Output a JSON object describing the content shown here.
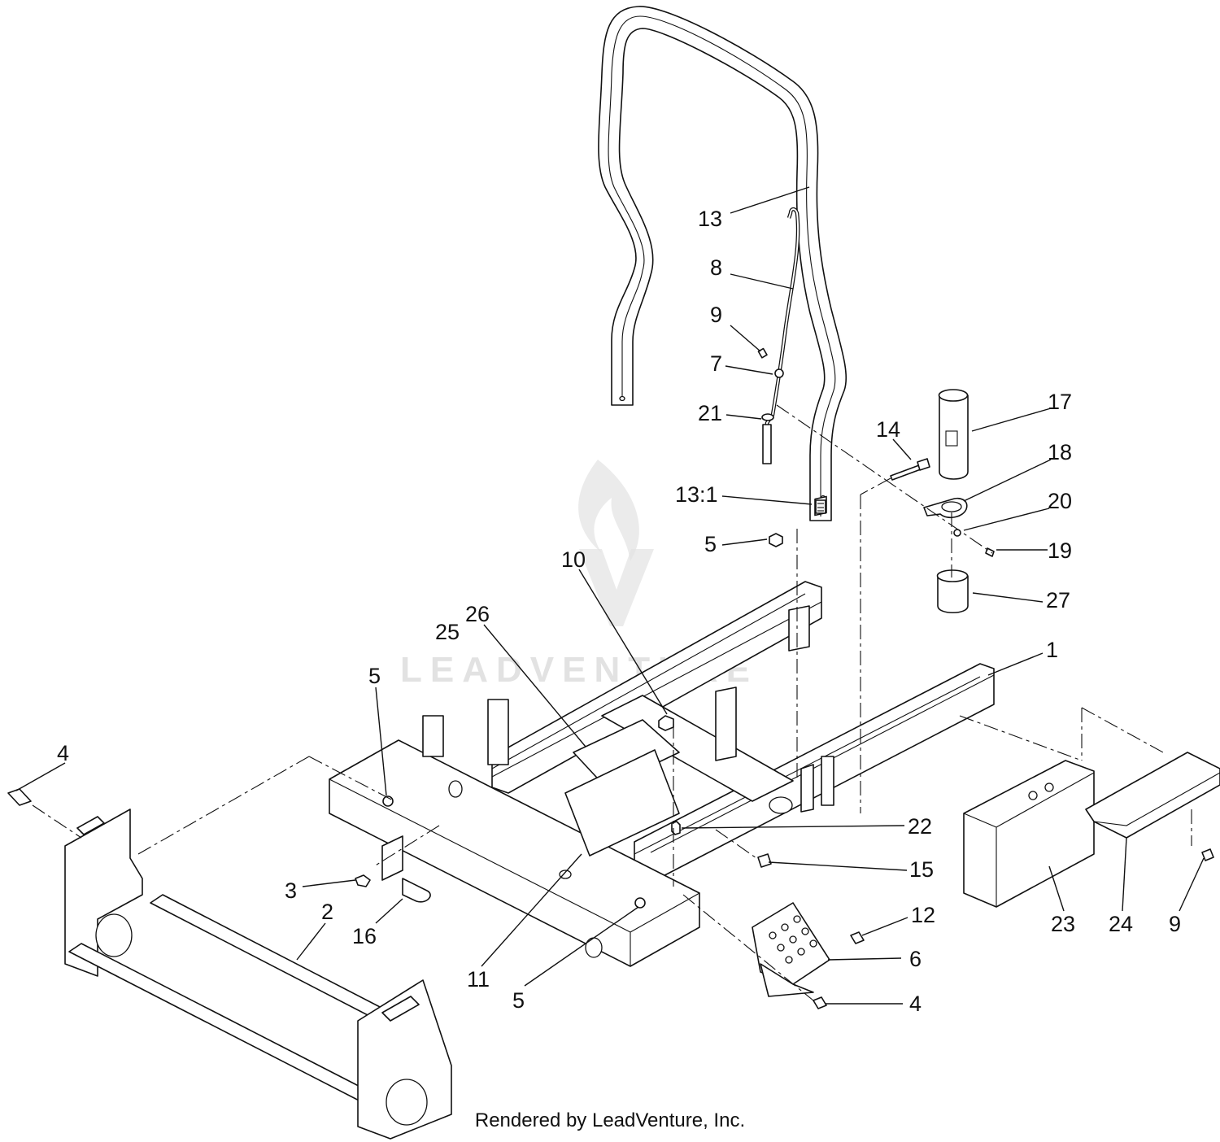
{
  "footer_text": "Rendered by LeadVenture, Inc.",
  "watermark_text": "LEADVENTURE",
  "callouts": [
    {
      "id": "c13",
      "label": "13"
    },
    {
      "id": "c8",
      "label": "8"
    },
    {
      "id": "c9a",
      "label": "9"
    },
    {
      "id": "c7",
      "label": "7"
    },
    {
      "id": "c21",
      "label": "21"
    },
    {
      "id": "c14",
      "label": "14"
    },
    {
      "id": "c17",
      "label": "17"
    },
    {
      "id": "c18",
      "label": "18"
    },
    {
      "id": "c20",
      "label": "20"
    },
    {
      "id": "c19",
      "label": "19"
    },
    {
      "id": "c27",
      "label": "27"
    },
    {
      "id": "c13_1",
      "label": "13:1"
    },
    {
      "id": "c5a",
      "label": "5"
    },
    {
      "id": "c10",
      "label": "10"
    },
    {
      "id": "c25",
      "label": "25"
    },
    {
      "id": "c26",
      "label": "26"
    },
    {
      "id": "c1",
      "label": "1"
    },
    {
      "id": "c5b",
      "label": "5"
    },
    {
      "id": "c4a",
      "label": "4"
    },
    {
      "id": "c22",
      "label": "22"
    },
    {
      "id": "c15",
      "label": "15"
    },
    {
      "id": "c3",
      "label": "3"
    },
    {
      "id": "c2",
      "label": "2"
    },
    {
      "id": "c16",
      "label": "16"
    },
    {
      "id": "c12",
      "label": "12"
    },
    {
      "id": "c6",
      "label": "6"
    },
    {
      "id": "c11",
      "label": "11"
    },
    {
      "id": "c5c",
      "label": "5"
    },
    {
      "id": "c4b",
      "label": "4"
    },
    {
      "id": "c23",
      "label": "23"
    },
    {
      "id": "c24",
      "label": "24"
    },
    {
      "id": "c9b",
      "label": "9"
    }
  ]
}
